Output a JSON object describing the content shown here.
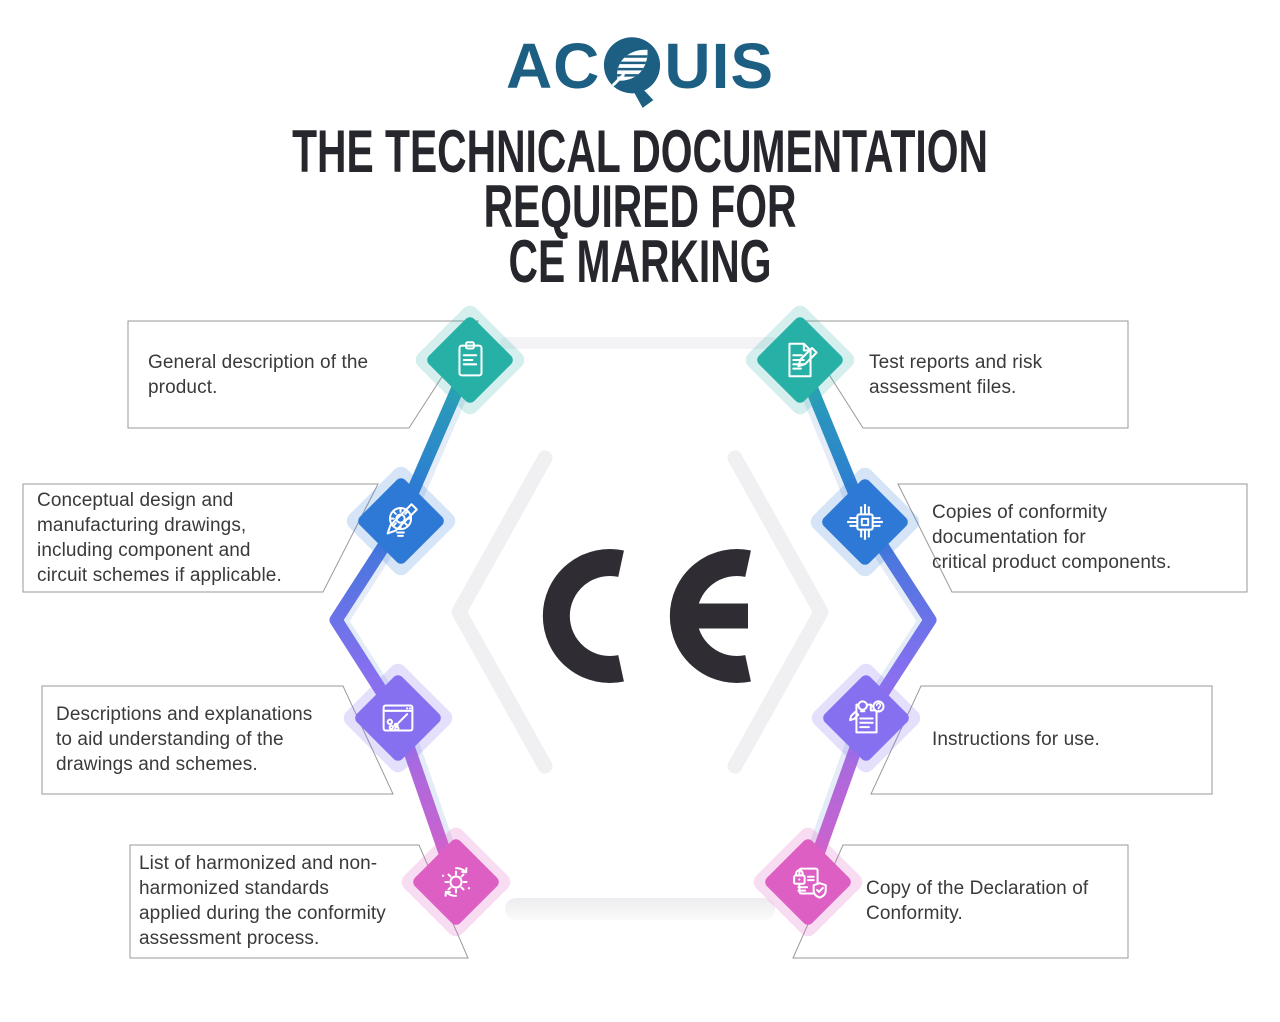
{
  "page": {
    "background": "#ffffff"
  },
  "logo": {
    "left": "AC",
    "q": "Q",
    "right": "UIS",
    "color": "#1c5f82",
    "leaf_icon": "leaf-icon"
  },
  "title": {
    "text": "THE TECHNICAL DOCUMENTATION REQUIRED FOR\nCE MARKING",
    "color": "#26262d"
  },
  "center": {
    "mark": "CE",
    "mark_color": "#2f2d33",
    "hexagon_color": "#f0f0f2"
  },
  "flow": {
    "gradient": [
      "#27b1a6",
      "#2e79d5",
      "#8670f0",
      "#de5fc4"
    ]
  },
  "items": [
    {
      "side": "left",
      "text": "General description of the\nproduct.",
      "icon": "clipboard-icon",
      "color": "#27b1a6",
      "halo_color": "#d7efec"
    },
    {
      "side": "left",
      "text": "Conceptual design and\nmanufacturing drawings,\nincluding component and\ncircuit schemes if applicable.",
      "icon": "design-idea-icon",
      "color": "#2e79d5",
      "halo_color": "#d6e4f7"
    },
    {
      "side": "left",
      "text": "Descriptions and explanations\nto aid understanding of the\ndrawings and schemes.",
      "icon": "artboard-brush-icon",
      "color": "#8670f0",
      "halo_color": "#e4defb"
    },
    {
      "side": "left",
      "text": "List of harmonized and non-\nharmonized standards\napplied during the conformity\nassessment process.",
      "icon": "gear-sync-icon",
      "color": "#de5fc4",
      "halo_color": "#f8dcf1"
    },
    {
      "side": "right",
      "text": "Test reports and risk\nassessment files.",
      "icon": "report-pencil-icon",
      "color": "#27b1a6",
      "halo_color": "#d7efec"
    },
    {
      "side": "right",
      "text": "Copies of conformity\ndocumentation for\ncritical product components.",
      "icon": "microchip-icon",
      "color": "#2e79d5",
      "halo_color": "#d6e4f7"
    },
    {
      "side": "right",
      "text": "Instructions for use.",
      "icon": "instructions-icon",
      "color": "#8670f0",
      "halo_color": "#e4defb"
    },
    {
      "side": "right",
      "text": "Copy of the Declaration of\nConformity.",
      "icon": "declaration-icon",
      "color": "#de5fc4",
      "halo_color": "#f8dcf1"
    }
  ]
}
